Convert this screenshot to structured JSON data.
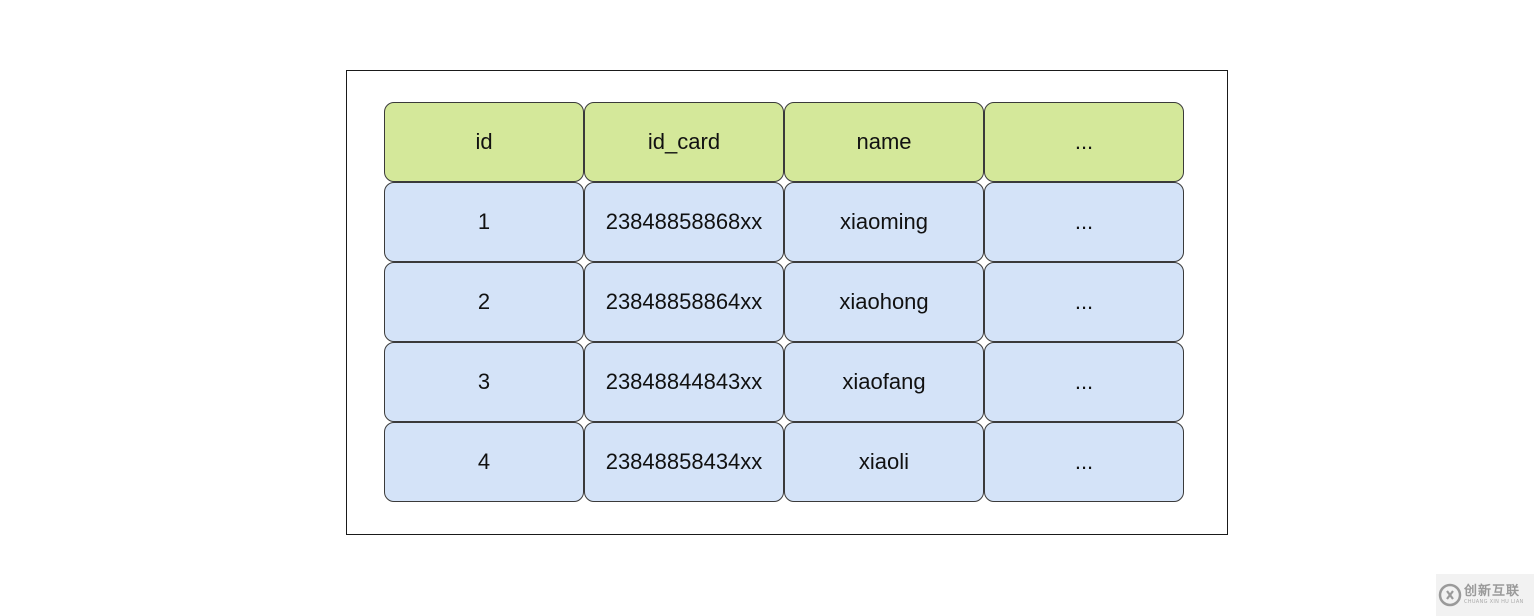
{
  "table": {
    "header": [
      "id",
      "id_card",
      "name",
      "..."
    ],
    "rows": [
      [
        "1",
        "23848858868xx",
        "xiaoming",
        "..."
      ],
      [
        "2",
        "23848858864xx",
        "xiaohong",
        "..."
      ],
      [
        "3",
        "23848844843xx",
        "xiaofang",
        "..."
      ],
      [
        "4",
        "23848858434xx",
        "xiaoli",
        "..."
      ]
    ]
  },
  "colors": {
    "header_fill": "#d4e89a",
    "row_fill": "#d4e3f8",
    "border": "#3a3a3a",
    "frame_border": "#1a1a1a"
  },
  "watermark": {
    "text_cn": "创新互联",
    "text_en": "CHUANG XIN HU LIAN",
    "icon": "cx-logo-icon"
  }
}
